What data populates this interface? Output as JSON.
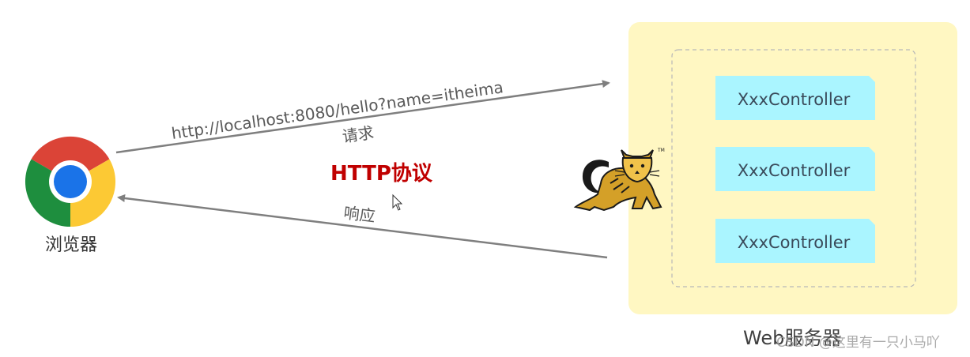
{
  "request": {
    "url": "http://localhost:8080/hello?name=itheima",
    "label": "请求"
  },
  "response": {
    "label": "响应"
  },
  "protocol": {
    "label": "HTTP协议"
  },
  "browser": {
    "label": "浏览器",
    "icon": "chrome-logo-icon"
  },
  "server": {
    "label": "Web服务器",
    "icon": "tomcat-logo-icon",
    "controllers": [
      "XxxController",
      "XxxController",
      "XxxController"
    ]
  },
  "watermark": {
    "text": "CSDN @这里有一只小马吖"
  },
  "colors": {
    "server_background": "#fff7c2",
    "controller_fill": "#aaf5ff",
    "protocol_text": "#c00000",
    "arrow": "#7f7f7f"
  }
}
